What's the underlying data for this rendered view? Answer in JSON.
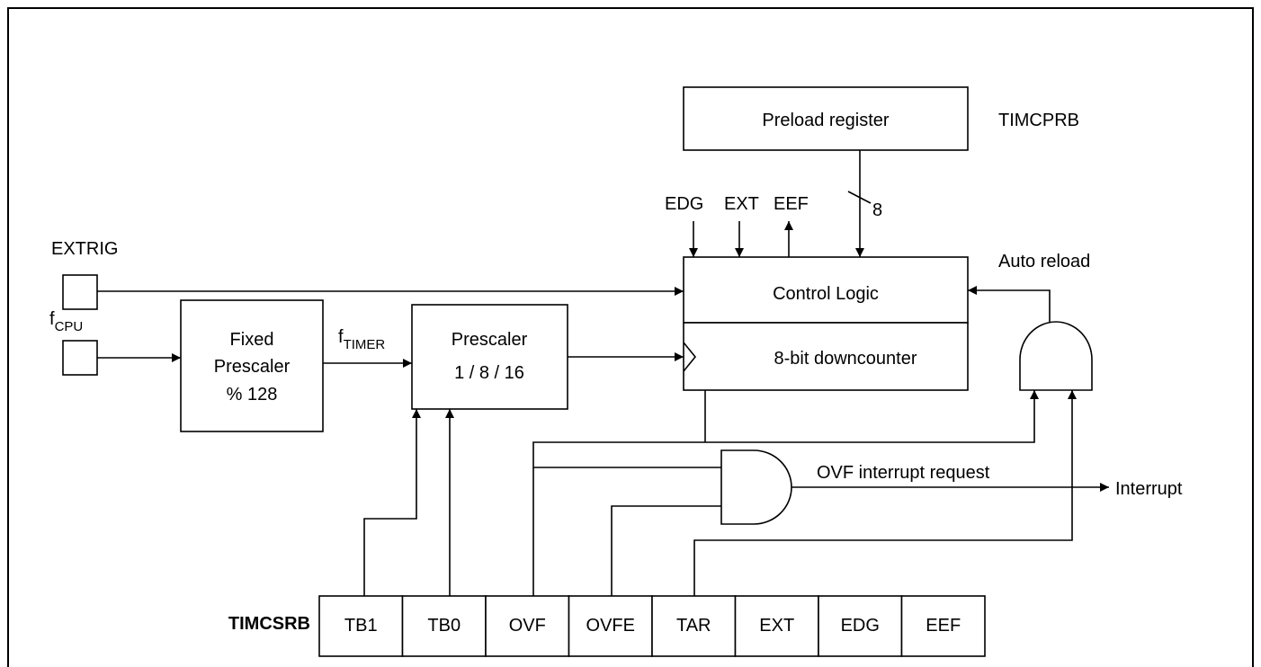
{
  "labels": {
    "preload_register": "Preload register",
    "timcprb": "TIMCPRB",
    "edg": "EDG",
    "ext": "EXT",
    "eef": "EEF",
    "bus_width": "8",
    "extrig": "EXTRIG",
    "f_cpu_main": "f",
    "f_cpu_sub": "CPU",
    "auto_reload": "Auto reload",
    "control_logic": "Control Logic",
    "downcounter": "8-bit downcounter",
    "fixed_prescaler_line1": "Fixed",
    "fixed_prescaler_line2": "Prescaler",
    "fixed_prescaler_line3": "% 128",
    "f_timer_main": "f",
    "f_timer_sub": "TIMER",
    "prescaler_line1": "Prescaler",
    "prescaler_line2": "1 / 8 / 16",
    "ovf_interrupt_request": "OVF interrupt request",
    "interrupt": "Interrupt",
    "register_name": "TIMCSRB"
  },
  "register_bits": [
    "TB1",
    "TB0",
    "OVF",
    "OVFE",
    "TAR",
    "EXT",
    "EDG",
    "EEF"
  ]
}
